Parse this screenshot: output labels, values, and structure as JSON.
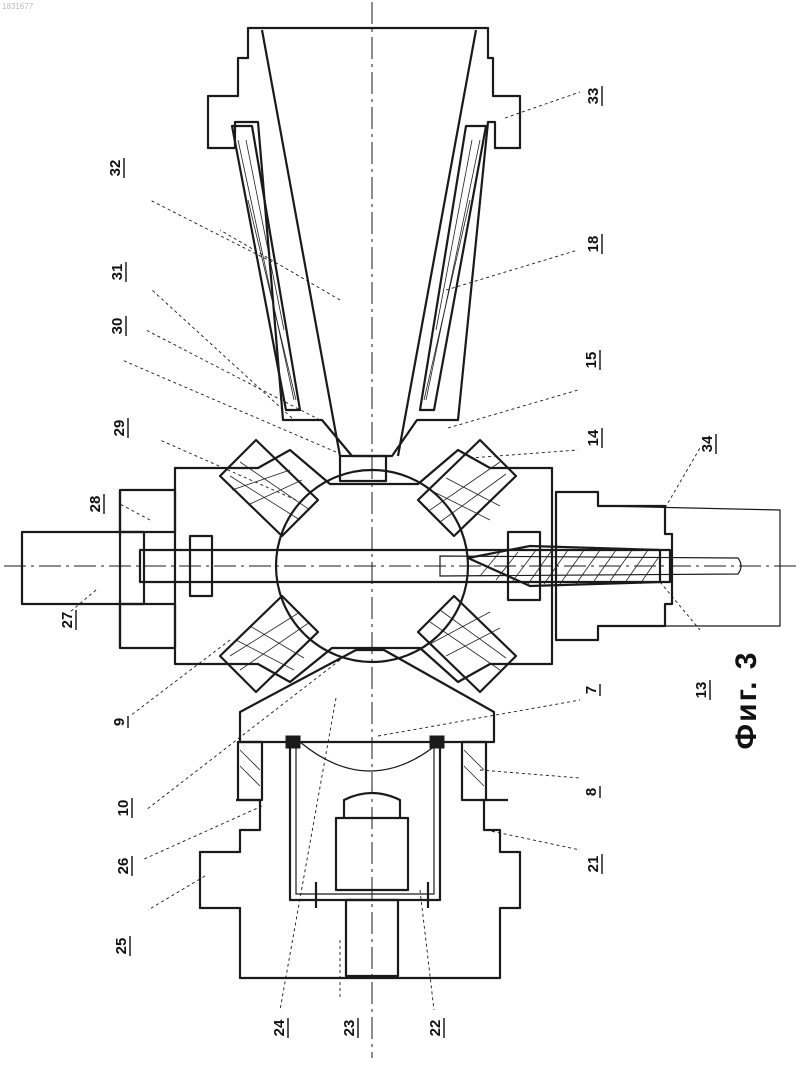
{
  "figure": {
    "caption": "Фиг. 3",
    "corner_number": "1831677"
  },
  "callouts": [
    {
      "id": "c33",
      "text": "33"
    },
    {
      "id": "c32",
      "text": "32"
    },
    {
      "id": "c18",
      "text": "18"
    },
    {
      "id": "c31",
      "text": "31"
    },
    {
      "id": "c30",
      "text": "30"
    },
    {
      "id": "c15",
      "text": "15"
    },
    {
      "id": "c14",
      "text": "14"
    },
    {
      "id": "c29",
      "text": "29"
    },
    {
      "id": "c34",
      "text": "34"
    },
    {
      "id": "c28",
      "text": "28"
    },
    {
      "id": "c27",
      "text": "27"
    },
    {
      "id": "c13",
      "text": "13"
    },
    {
      "id": "c9",
      "text": "9"
    },
    {
      "id": "c7",
      "text": "7"
    },
    {
      "id": "c10",
      "text": "10"
    },
    {
      "id": "c8",
      "text": "8"
    },
    {
      "id": "c26",
      "text": "26"
    },
    {
      "id": "c21",
      "text": "21"
    },
    {
      "id": "c25",
      "text": "25"
    },
    {
      "id": "c24",
      "text": "24"
    },
    {
      "id": "c23",
      "text": "23"
    },
    {
      "id": "c22",
      "text": "22"
    }
  ]
}
